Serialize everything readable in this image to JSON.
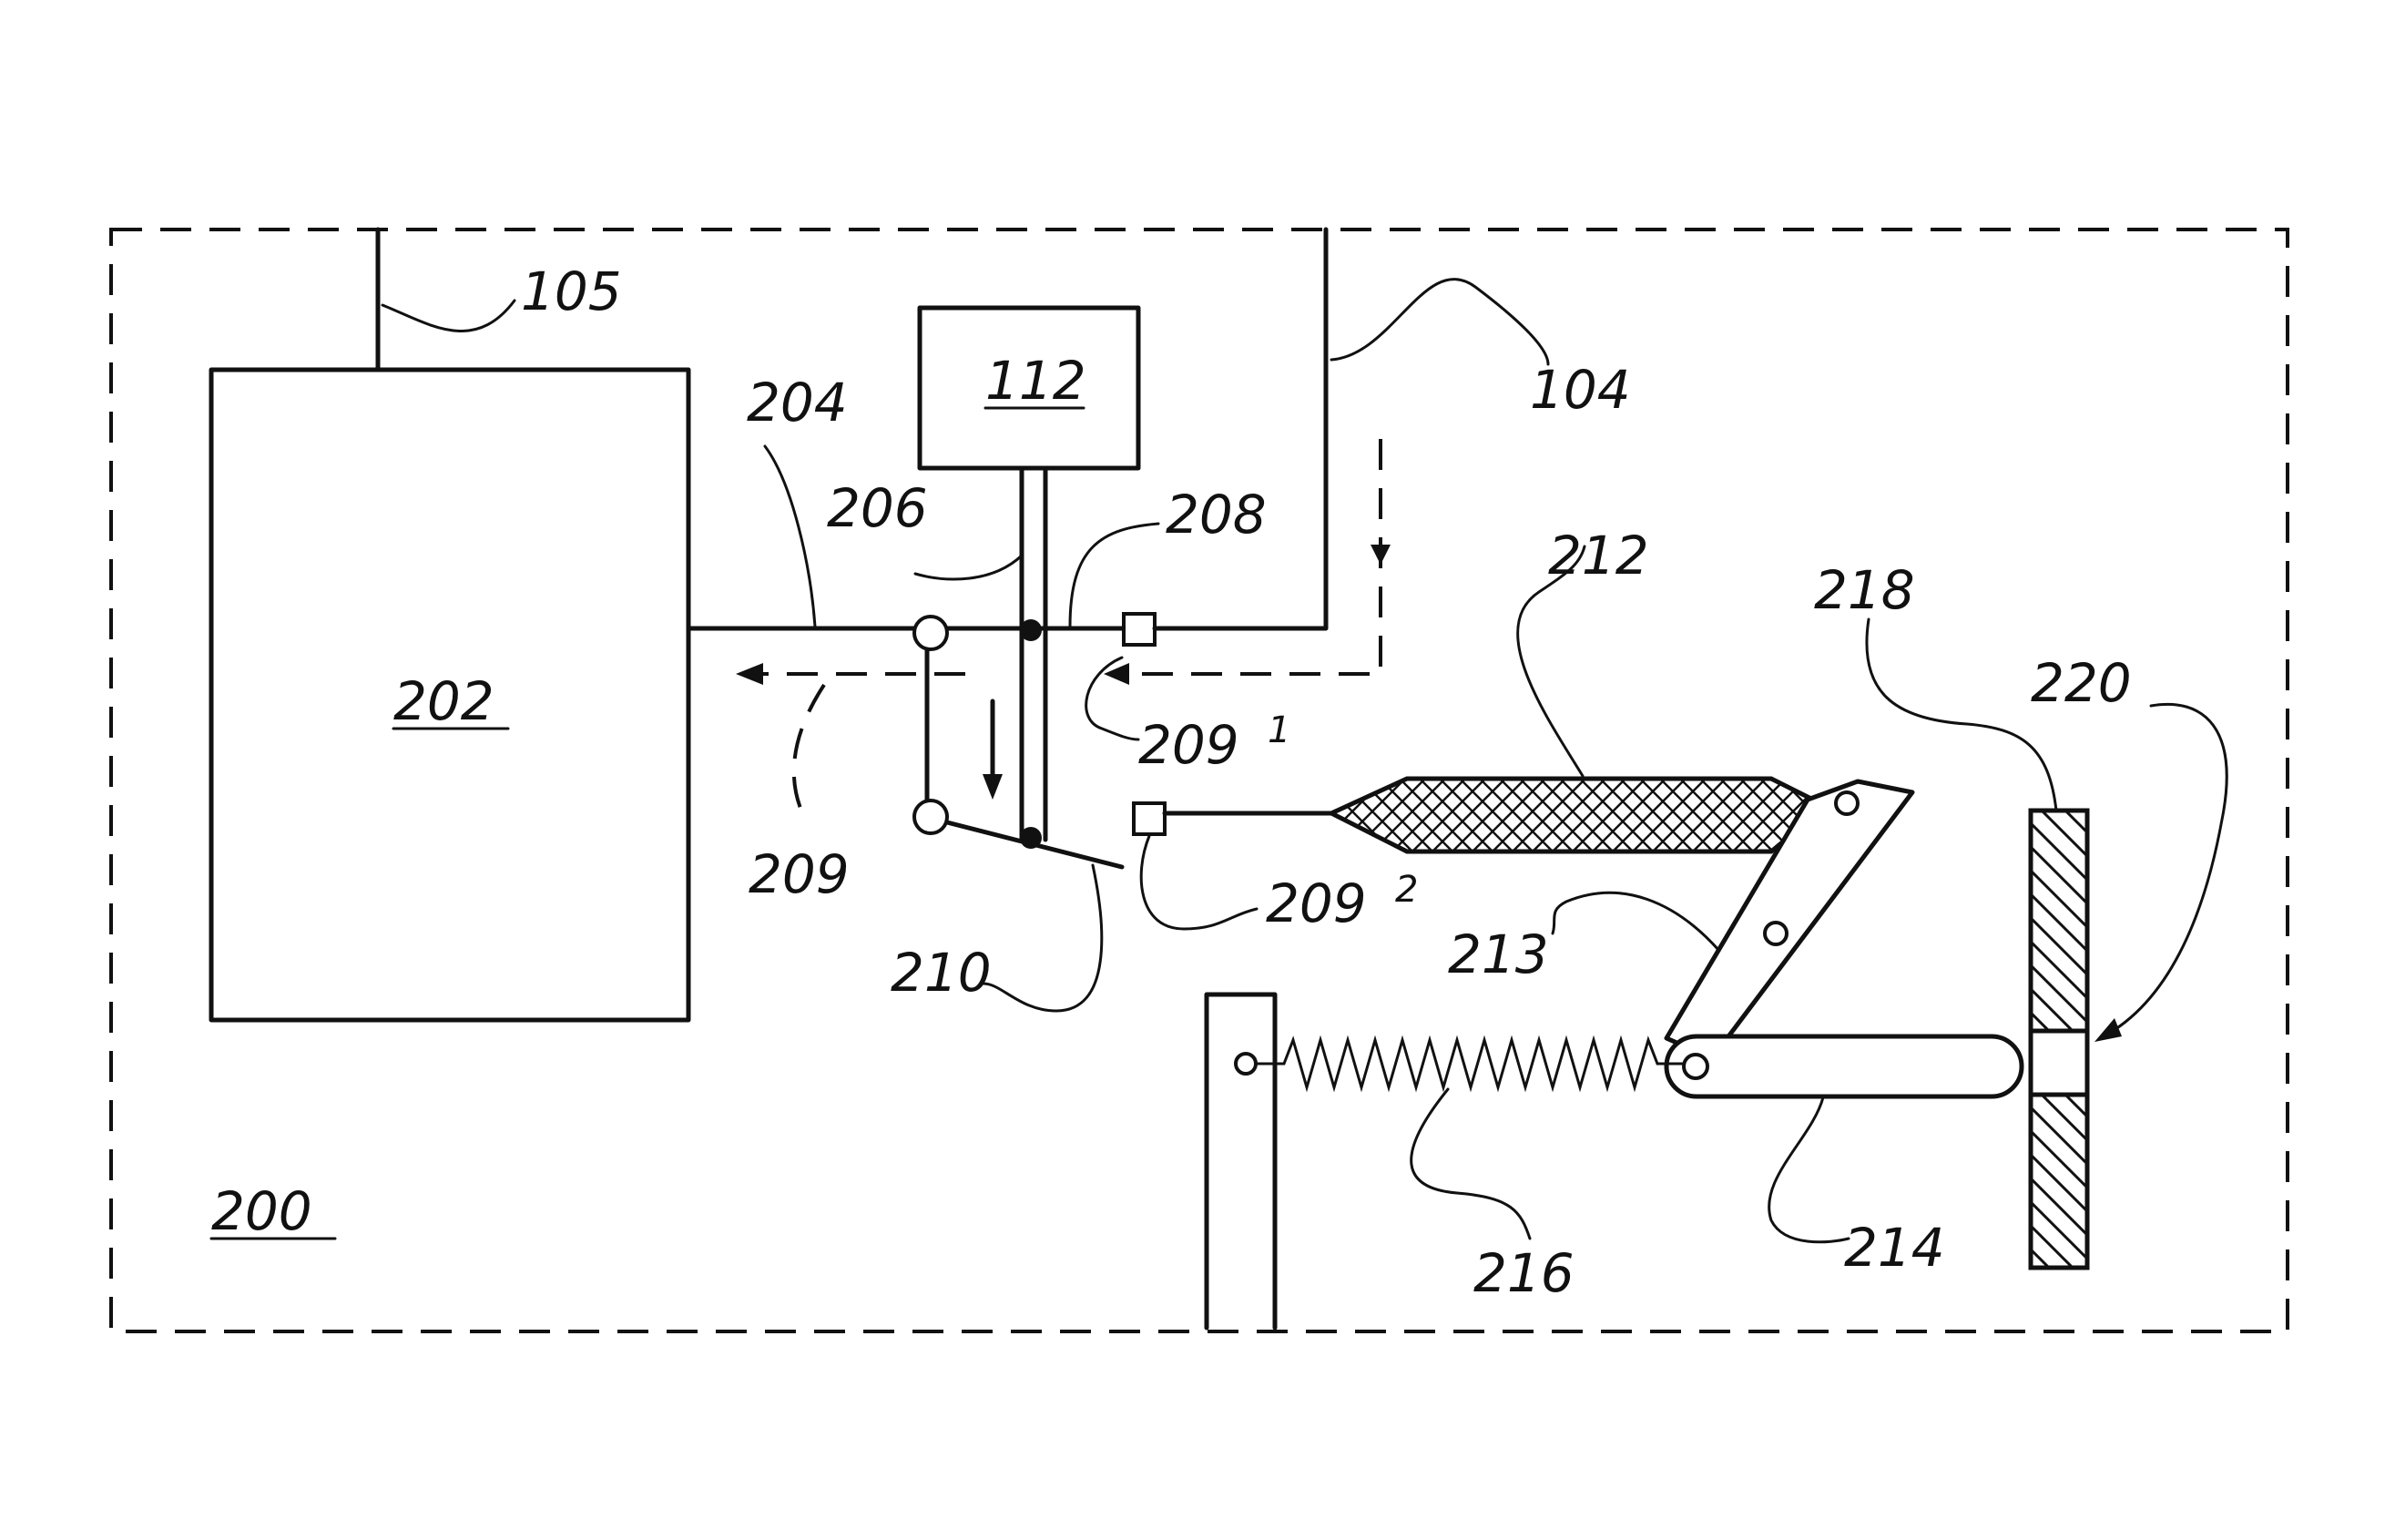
{
  "figure": {
    "labels": {
      "l105": "105",
      "l104": "104",
      "l112": "112",
      "l202": "202",
      "l204": "204",
      "l206": "206",
      "l208": "208",
      "l209": "209",
      "l209_1": "209",
      "l209_1_sup": "1",
      "l209_2": "209",
      "l209_2_sup": "2",
      "l210": "210",
      "l212": "212",
      "l213": "213",
      "l214": "214",
      "l216": "216",
      "l218": "218",
      "l220": "220",
      "l200": "200"
    }
  }
}
